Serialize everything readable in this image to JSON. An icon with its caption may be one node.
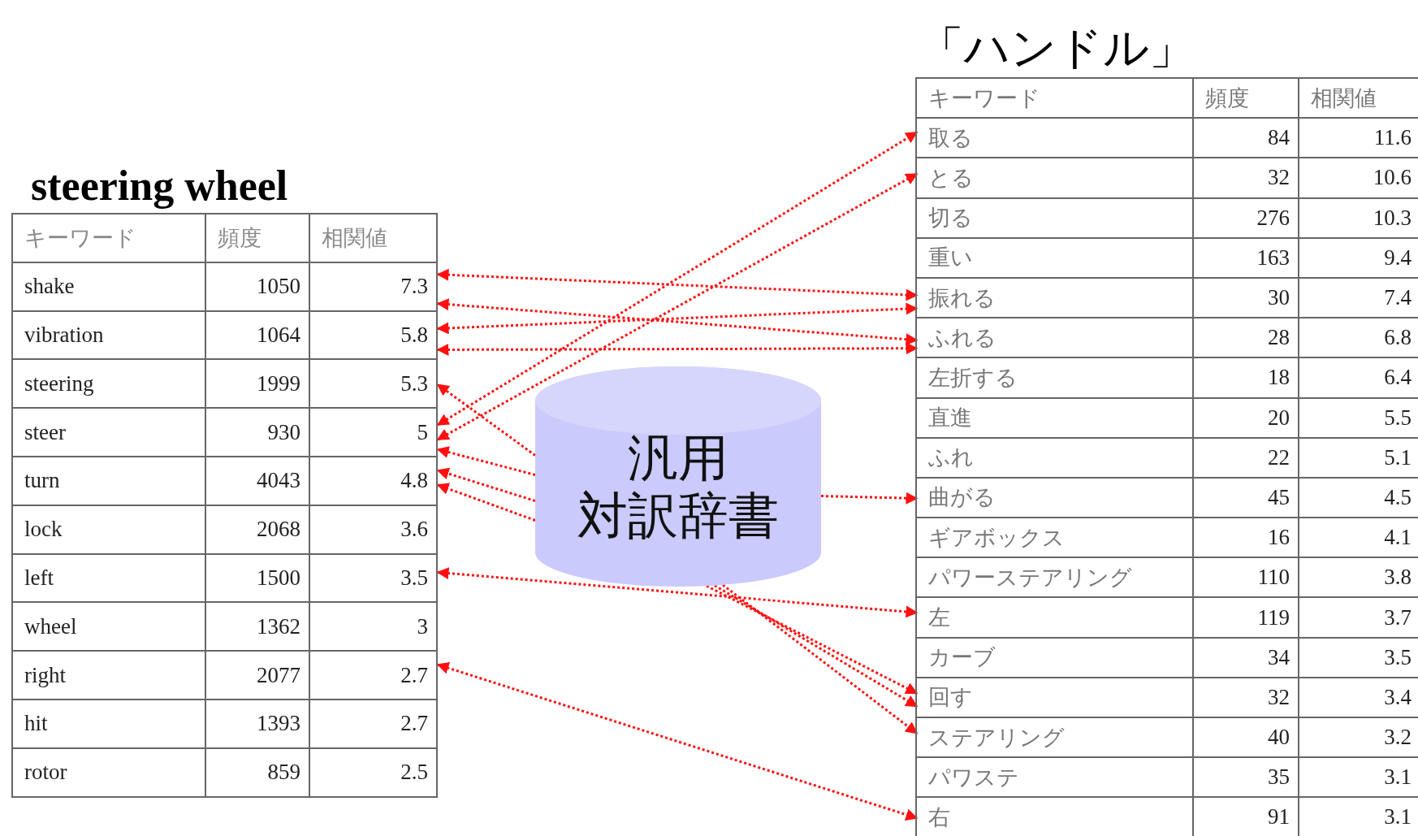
{
  "diagram": {
    "nodes": [
      {
        "text": [
          "steering wheel"
        ]
      },
      {
        "text": [
          "キーワード",
          "頻度",
          "相関値"
        ],
        "in": 0
      },
      {
        "text": [
          "shake",
          "1050",
          "7.3"
        ],
        "in": 0
      },
      {
        "text": [
          "vibration",
          "1064",
          "5.8"
        ],
        "in": 0
      },
      {
        "text": [
          "steering",
          "1999",
          "5.3"
        ],
        "in": 0
      },
      {
        "text": [
          "steer",
          "930",
          "5"
        ],
        "in": 0
      },
      {
        "text": [
          "turn",
          "4043",
          "4.8"
        ],
        "in": 0
      },
      {
        "text": [
          "lock",
          "2068",
          "3.6"
        ],
        "in": 0
      },
      {
        "text": [
          "left",
          "1500",
          "3.5"
        ],
        "in": 0
      },
      {
        "text": [
          "wheel",
          "1362",
          "3"
        ],
        "in": 0
      },
      {
        "text": [
          "right",
          "2077",
          "2.7"
        ],
        "in": 0
      },
      {
        "text": [
          "hit",
          "1393",
          "2.7"
        ],
        "in": 0
      },
      {
        "text": [
          "rotor",
          "859",
          "2.5"
        ],
        "in": 0
      },
      {
        "text": [
          "「ハンドル」"
        ]
      },
      {
        "text": [
          "キーワード",
          "頻度",
          "相関値"
        ],
        "in": 13
      },
      {
        "text": [
          "取る",
          "84",
          "11.6"
        ],
        "in": 13
      },
      {
        "text": [
          "とる",
          "32",
          "10.6"
        ],
        "in": 13
      },
      {
        "text": [
          "切る",
          "276",
          "10.3"
        ],
        "in": 13
      },
      {
        "text": [
          "重い",
          "163",
          "9.4"
        ],
        "in": 13
      },
      {
        "text": [
          "振れる",
          "30",
          "7.4"
        ],
        "in": 13
      },
      {
        "text": [
          "ふれる",
          "28",
          "6.8"
        ],
        "in": 13
      },
      {
        "text": [
          "左折する",
          "18",
          "6.4"
        ],
        "in": 13
      },
      {
        "text": [
          "直進",
          "20",
          "5.5"
        ],
        "in": 13
      },
      {
        "text": [
          "ふれ",
          "22",
          "5.1"
        ],
        "in": 13
      },
      {
        "text": [
          "曲がる",
          "45",
          "4.5"
        ],
        "in": 13
      },
      {
        "text": [
          "ギアボックス",
          "16",
          "4.1"
        ],
        "in": 13
      },
      {
        "text": [
          "パワーステアリング",
          "110",
          "3.8"
        ],
        "in": 13
      },
      {
        "text": [
          "左",
          "119",
          "3.7"
        ],
        "in": 13
      },
      {
        "text": [
          "カーブ",
          "34",
          "3.5"
        ],
        "in": 13
      },
      {
        "text": [
          "回す",
          "32",
          "3.4"
        ],
        "in": 13
      },
      {
        "text": [
          "ステアリング",
          "40",
          "3.2"
        ],
        "in": 13
      },
      {
        "text": [
          "パワステ",
          "35",
          "3.1"
        ],
        "in": 13
      },
      {
        "text": [
          "右",
          "91",
          "3.1"
        ],
        "in": 13
      },
      {
        "text": [
          "汎用対訳辞書"
        ]
      }
    ],
    "edges": [
      {
        "from": 2,
        "to": 19,
        "arrow": "both"
      },
      {
        "from": 2,
        "to": 20,
        "arrow": "both"
      },
      {
        "from": 3,
        "to": 19,
        "arrow": "both"
      },
      {
        "from": 3,
        "to": 20,
        "arrow": "both"
      },
      {
        "from": 5,
        "to": 15,
        "arrow": "both"
      },
      {
        "from": 5,
        "to": 16,
        "arrow": "both"
      },
      {
        "from": 33,
        "to": 4,
        "arrow": "to"
      },
      {
        "from": 33,
        "to": 5,
        "arrow": "to"
      },
      {
        "from": 33,
        "to": 6,
        "arrow": "to"
      },
      {
        "from": 33,
        "to": 6,
        "arrow": "to"
      },
      {
        "from": 33,
        "to": 24,
        "arrow": "to"
      },
      {
        "from": 8,
        "to": 27,
        "arrow": "both"
      },
      {
        "from": 33,
        "to": 29,
        "arrow": "to"
      },
      {
        "from": 33,
        "to": 29,
        "arrow": "to"
      },
      {
        "from": 33,
        "to": 30,
        "arrow": "to"
      },
      {
        "from": 10,
        "to": 32,
        "arrow": "both"
      }
    ]
  }
}
